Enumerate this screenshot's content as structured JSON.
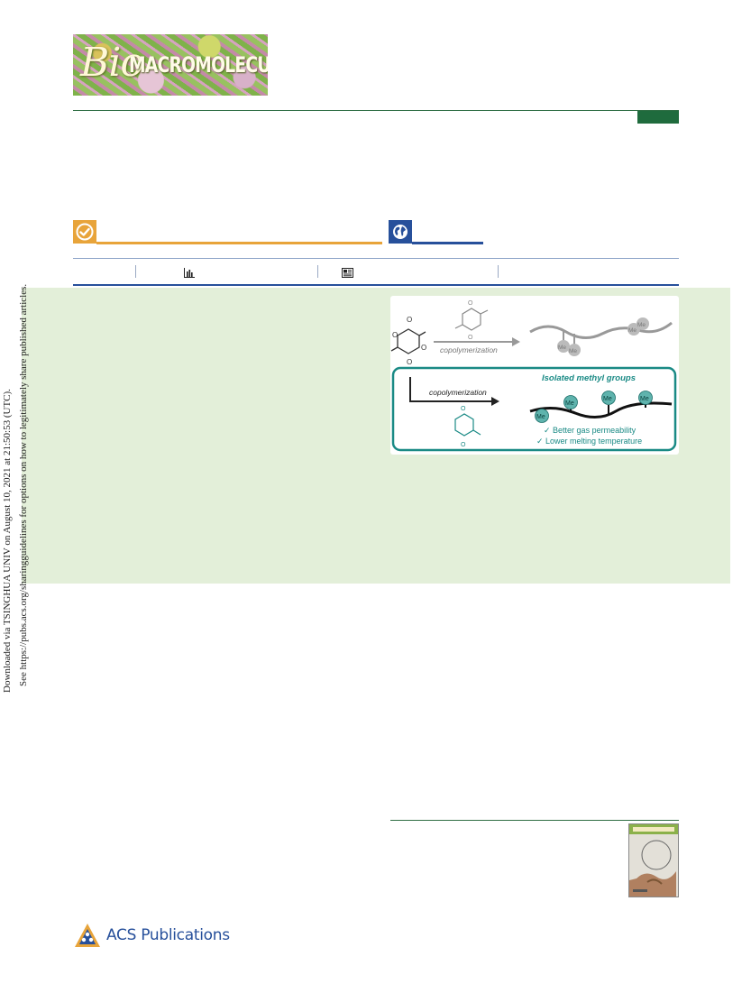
{
  "journal": {
    "logo_part1": "Bio",
    "logo_part2": "MACROMOLECULES"
  },
  "colors": {
    "journal_green": "#2f6e44",
    "open_access_orange": "#e8a43a",
    "acs_blue": "#27509b",
    "abstract_bg": "#e3efd9",
    "toc_teal": "#1a8a85"
  },
  "access_icons": {
    "open_access": "check-circle-icon",
    "free_access": "globe-icon"
  },
  "metrics_bar": {
    "icons": [
      "bar-chart-icon",
      "article-icon"
    ]
  },
  "toc_graphic": {
    "top_arrow_label": "copolymerization",
    "box_title": "Isolated methyl groups",
    "bottom_arrow_label": "copolymerization",
    "methyl_label": "Me",
    "benefits": [
      "✓ Better gas permeability",
      "✓ Lower melting temperature"
    ]
  },
  "side_note": {
    "line1": "Downloaded via TSINGHUA UNIV on August 10, 2021 at 21:50:53 (UTC).",
    "line2": "See https://pubs.acs.org/sharingguidelines for options on how to legitimately share published articles."
  },
  "footer": {
    "publisher": "ACS Publications"
  }
}
